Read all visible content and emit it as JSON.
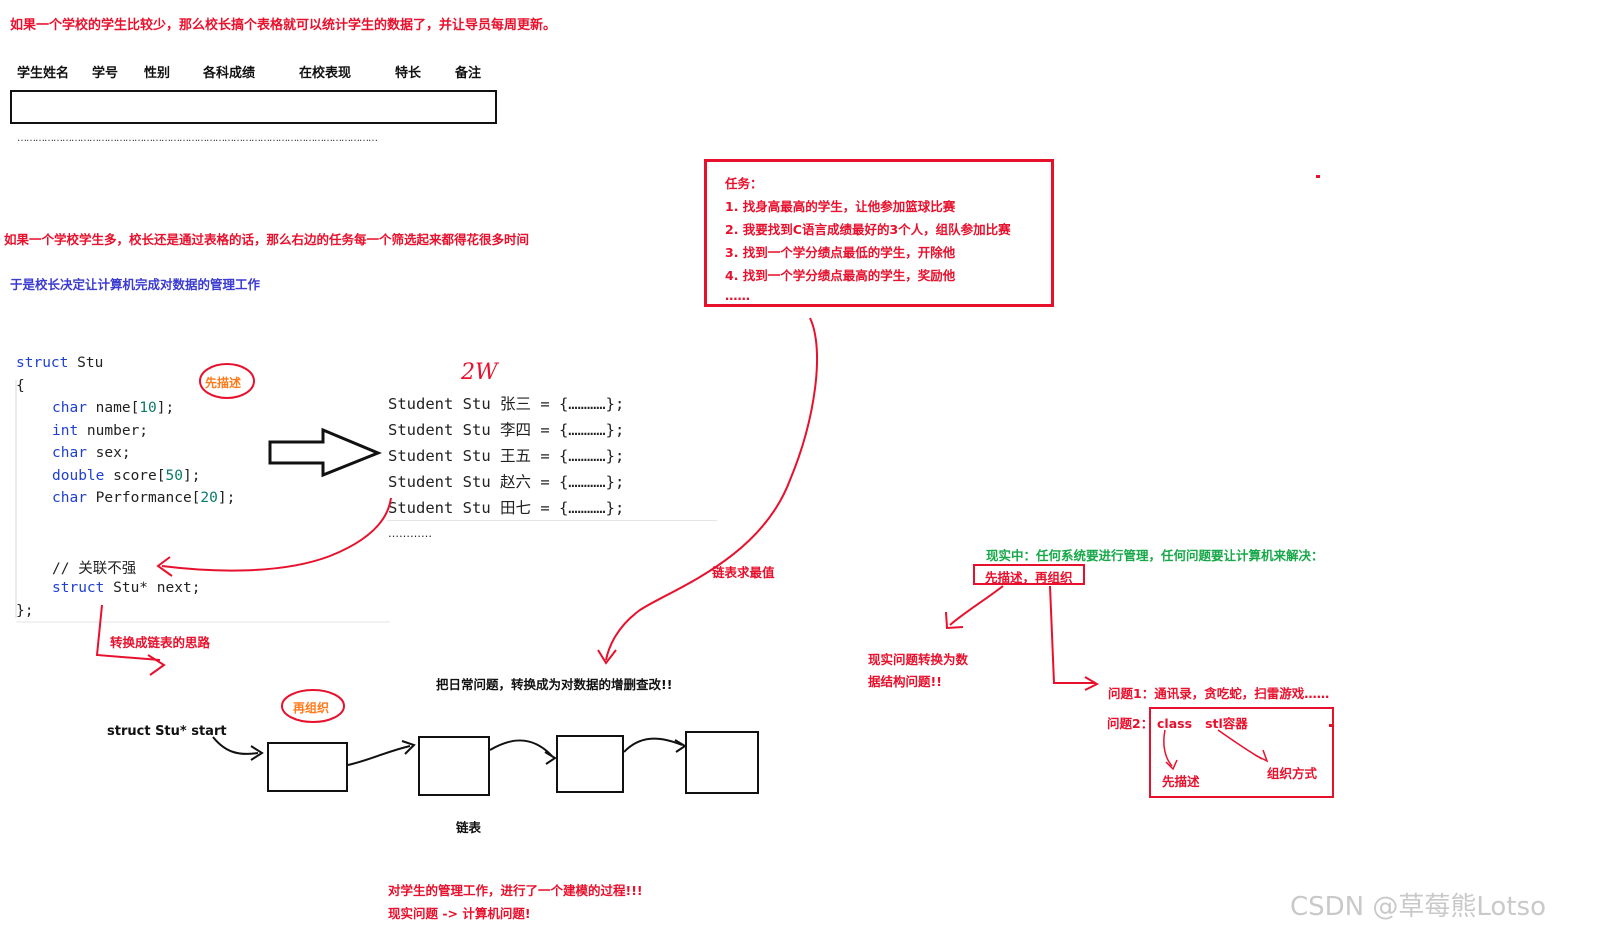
{
  "intro_line": "如果一个学校的学生比较少，那么校长搞个表格就可以统计学生的数据了，并让导员每周更新。",
  "table_headers": [
    "学生姓名",
    "学号",
    "性别",
    "各科成绩",
    "在校表现",
    "特长",
    "备注"
  ],
  "dots_line": "…………………………………………………………………………………………………………",
  "many_students_line": "如果一个学校学生多，校长还是通过表格的话，那么右边的任务每一个筛选起来都得花很多时间",
  "decision_line": "于是校长决定让计算机完成对数据的管理工作",
  "tasks": {
    "title": "任务：",
    "items": [
      "1. 找身高最高的学生，让他参加篮球比赛",
      "2. 我要找到C语言成绩最好的3个人，组队参加比赛",
      "3. 找到一个学分绩点最低的学生，开除他",
      "4. 找到一个学分绩点最高的学生，奖励他",
      "……"
    ]
  },
  "code": {
    "line1_kw": "struct",
    "line1_rest": " Stu",
    "open_brace": "{",
    "fields": [
      {
        "type": "char",
        "rest_a": " name[",
        "num": "10",
        "rest_b": "];"
      },
      {
        "type": "int",
        "rest_a": " number;",
        "num": "",
        "rest_b": ""
      },
      {
        "type": "char",
        "rest_a": " sex;",
        "num": "",
        "rest_b": ""
      },
      {
        "type": "double",
        "rest_a": " score[",
        "num": "50",
        "rest_b": "];"
      },
      {
        "type": "char",
        "rest_a": " Performance[",
        "num": "20",
        "rest_b": "];"
      }
    ],
    "comment": "// 关联不强",
    "next_kw": "struct",
    "next_rest": " Stu* next;",
    "close_brace": "};"
  },
  "describe_first": "先描述",
  "reorganize": "再组织",
  "handwritten_2w": "2W",
  "instances": [
    "Student Stu 张三 = {…………};",
    "Student Stu 李四 = {…………};",
    "Student Stu 王五 = {…………};",
    "Student Stu 赵六 = {…………};",
    "Student Stu 田七 = {…………};"
  ],
  "instances_more": "…………",
  "to_linked_list": "转换成链表的思路",
  "linked_list_max": "链表求最值",
  "crud_line": "把日常问题，转换成为对数据的增删查改!!",
  "list_start": "struct Stu* start",
  "linked_list_label": "链表",
  "modeling_line1": "对学生的管理工作，进行了一个建模的过程!!!",
  "modeling_line2": "现实问题 -> 计算机问题!",
  "reality_line": "现实中：任何系统要进行管理，任何问题要让计算机来解决：",
  "describe_then_organize": "先描述，再组织",
  "to_data_structure_1": "现实问题转换为数",
  "to_data_structure_2": "据结构问题!!",
  "problem1": "问题1：通讯录，贪吃蛇，扫雷游戏……",
  "problem2": "问题2：",
  "class_stl": "class   stl容器",
  "describe_first_2": "先描述",
  "organize_way": "组织方式",
  "watermark": "CSDN @草莓熊Lotso",
  "colors": {
    "red": "#e8112d",
    "blue": "#3b3bd1",
    "green": "#18a84a",
    "orange": "#ff7a1a"
  }
}
